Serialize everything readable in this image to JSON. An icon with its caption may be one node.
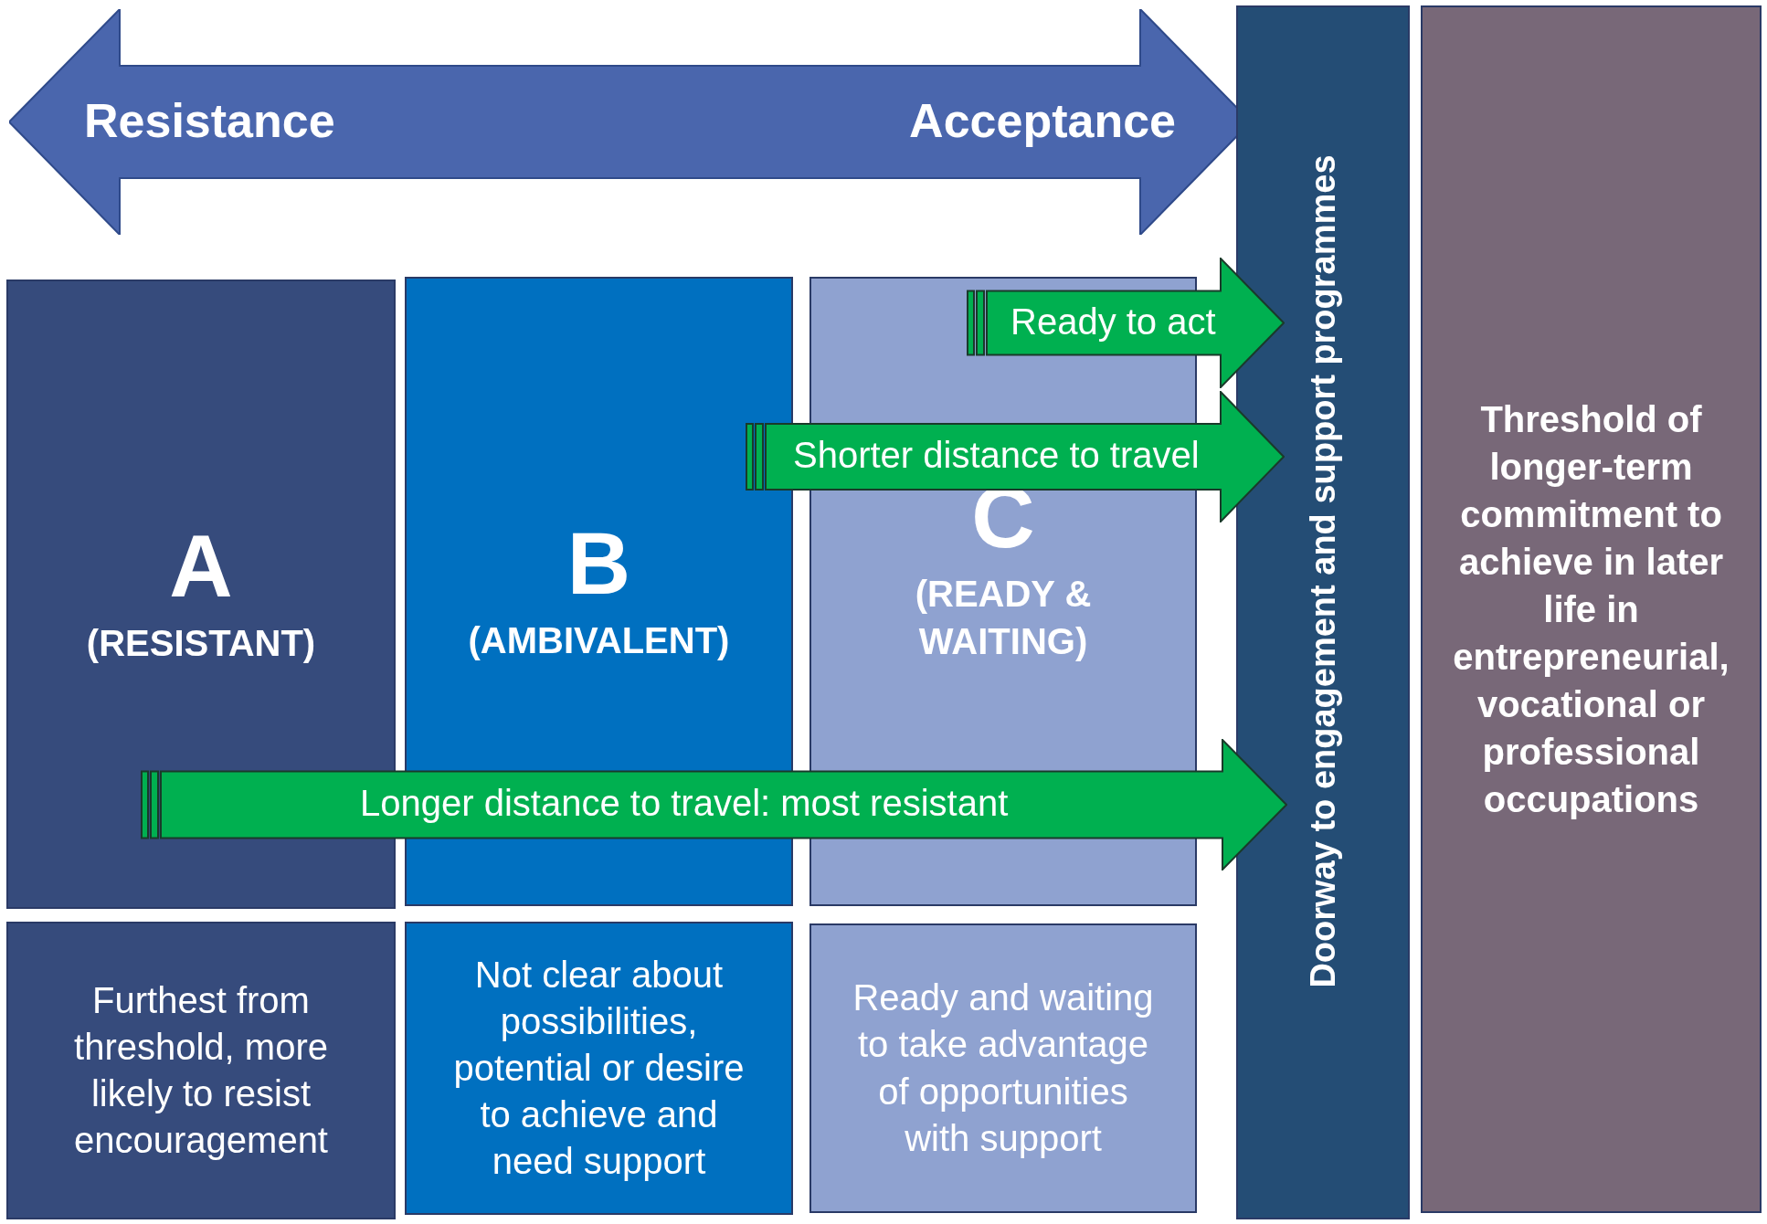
{
  "diagram": {
    "nodes": [
      {
        "text": [
          "Resistance",
          "Acceptance"
        ]
      },
      {
        "text": [
          "A",
          "(RESISTANT)"
        ]
      },
      {
        "text": [
          "B",
          "(AMBIVALENT)"
        ]
      },
      {
        "text": [
          "C",
          "(READY & WAITING)"
        ]
      },
      {
        "text": [
          "Furthest from threshold, more likely to resist encouragement"
        ]
      },
      {
        "text": [
          "Not clear about possibilities, potential or desire to achieve and need support"
        ]
      },
      {
        "text": [
          "Ready and waiting to take advantage of opportunities with support"
        ]
      },
      {
        "text": [
          "Doorway to engagement and support programmes"
        ]
      },
      {
        "text": [
          "Threshold of longer-term commitment to achieve in later life in entrepreneurial, vocational or professional occupations"
        ]
      },
      {
        "text": [
          "Ready to act"
        ]
      },
      {
        "text": [
          "Shorter distance to travel"
        ]
      },
      {
        "text": [
          "Longer distance to travel: most resistant"
        ]
      }
    ],
    "edges": []
  }
}
